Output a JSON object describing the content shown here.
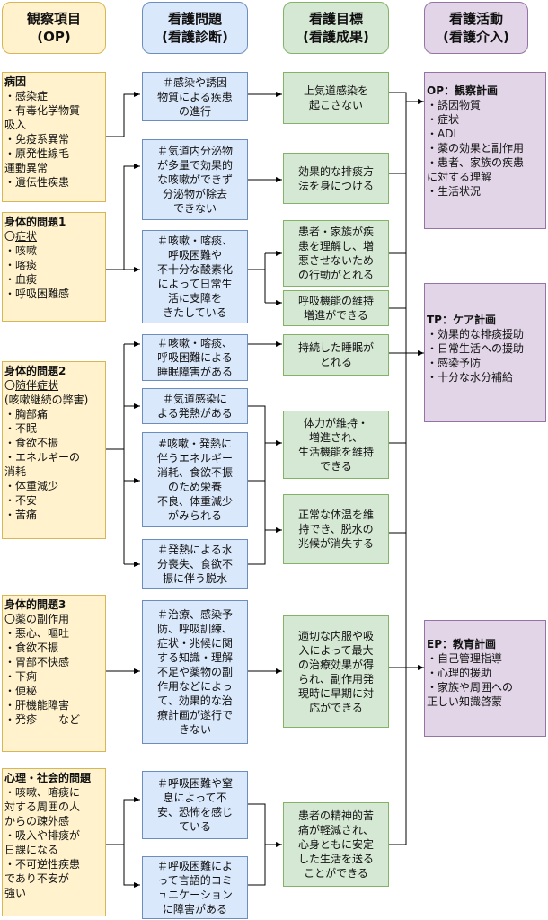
{
  "headers": [
    {
      "line1": "観察項目",
      "line2": "(OP)"
    },
    {
      "line1": "看護問題",
      "line2": "(看護診断)"
    },
    {
      "line1": "看護目標",
      "line2": "(看護成果)"
    },
    {
      "line1": "看護活動",
      "line2": "(看護介入)"
    }
  ],
  "observation": [
    {
      "title": "病因",
      "lines": [
        "・感染症",
        "・有毒化学物質",
        "吸入",
        "・免疫系異常",
        "・原発性線毛",
        "運動異常",
        "・遺伝性疾患"
      ]
    },
    {
      "title": "身体的問題1",
      "subtitle_mark": "〇",
      "subtitle": "症状",
      "lines": [
        "・咳嗽",
        "・喀痰",
        "・血痰",
        "・呼吸困難感"
      ]
    },
    {
      "title": "身体的問題2",
      "subtitle_mark": "〇",
      "subtitle": "随伴症状",
      "lines": [
        "(咳嗽継続の弊害)",
        "・胸部痛",
        "・不眠",
        "・食欲不振",
        "・エネルギーの",
        "消耗",
        "・体重減少",
        "・不安",
        "・苦痛"
      ]
    },
    {
      "title": "身体的問題3",
      "subtitle_mark": "〇",
      "subtitle": "薬の副作用",
      "lines": [
        "・悪心、嘔吐",
        "・食欲不振",
        "・胃部不快感",
        "・下痢",
        "・便秘",
        "・肝機能障害",
        "・発疹　　など"
      ]
    },
    {
      "title": "心理・社会的問題",
      "lines": [
        "・咳嗽、喀痰に",
        "対する周囲の人",
        "からの疎外感",
        "・吸入や排痰が",
        "日課になる",
        "・不可逆性疾患",
        "であり不安が",
        "強い"
      ]
    }
  ],
  "problems": [
    {
      "lines": [
        "＃感染や誘因",
        "物質による疾患",
        "の進行"
      ]
    },
    {
      "lines": [
        "＃気道内分泌物",
        "が多量で効果的",
        "な咳嗽ができず",
        "分泌物が除去",
        "できない"
      ]
    },
    {
      "lines": [
        "＃咳嗽・喀痰、",
        "呼吸困難や",
        "不十分な酸素化",
        "によって日常生",
        "活に支障を",
        "きたしている"
      ]
    },
    {
      "lines": [
        "＃咳嗽・喀痰、",
        "呼吸困難による",
        "睡眠障害がある"
      ]
    },
    {
      "lines": [
        "＃気道感染に",
        "よる発熱がある"
      ]
    },
    {
      "lines": [
        "#咳嗽・発熱に",
        "伴うエネルギー",
        "消耗、食欲不振",
        "のため栄養",
        "不良、体重減少",
        "がみられる"
      ]
    },
    {
      "lines": [
        "＃発熱による水",
        "分喪失、食欲不",
        "振に伴う脱水"
      ]
    },
    {
      "lines": [
        "＃治療、感染予",
        "防、呼吸訓練、",
        "症状・兆候に関",
        "する知識・理解",
        "不足や薬物の副",
        "作用などによっ",
        "て、効果的な治",
        "療計画が遂行で",
        "きない"
      ]
    },
    {
      "lines": [
        "＃呼吸困難や窒",
        "息によって不",
        "安、恐怖を感じ",
        "ている"
      ]
    },
    {
      "lines": [
        "＃呼吸困難によ",
        "って言語的コミ",
        "ュニケーション",
        "に障害がある"
      ]
    }
  ],
  "goals": [
    {
      "lines": [
        "上気道感染を",
        "起こさない"
      ]
    },
    {
      "lines": [
        "効果的な排痰方",
        "法を身につける"
      ]
    },
    {
      "lines": [
        "患者・家族が疾",
        "患を理解し、増",
        "悪させないため",
        "の行動がとれる"
      ]
    },
    {
      "lines": [
        "呼吸機能の維持",
        "増進ができる"
      ]
    },
    {
      "lines": [
        "持続した睡眠が",
        "とれる"
      ]
    },
    {
      "lines": [
        "体力が維持・",
        "増進され、",
        "生活機能を維持",
        "できる"
      ]
    },
    {
      "lines": [
        "正常な体温を維",
        "持でき、脱水の",
        "兆候が消失する"
      ]
    },
    {
      "lines": [
        "適切な内服や吸",
        "入によって最大",
        "の治療効果が得",
        "られ、副作用発",
        "現時に早期に対",
        "応ができる"
      ]
    },
    {
      "lines": [
        "患者の精神的苦",
        "痛が軽減され、",
        "心身ともに安定",
        "した生活を送る",
        "ことができる"
      ]
    }
  ],
  "interventions": [
    {
      "title": "OP：観察計画",
      "lines": [
        "・誘因物質",
        "・症状",
        "・ADL",
        "・薬の効果と副作用",
        "・患者、家族の疾患",
        "に対する理解",
        "・生活状況"
      ]
    },
    {
      "title": "TP：ケア計画",
      "lines": [
        "・効果的な排痰援助",
        "・日常生活への援助",
        "・感染予防",
        "・十分な水分補給"
      ]
    },
    {
      "title": "EP：教育計画",
      "lines": [
        "・自己管理指導",
        "・心理的援助",
        "・家族や周囲への",
        "正しい知識啓蒙"
      ]
    }
  ],
  "colors": {
    "observation_fill": "#fff2cc",
    "observation_border": "#d6b656",
    "problem_fill": "#dae8fc",
    "problem_border": "#6c8ebf",
    "goal_fill": "#d5e8d4",
    "goal_border": "#82b366",
    "intervention_fill": "#e1d5e7",
    "intervention_border": "#9673a6"
  }
}
